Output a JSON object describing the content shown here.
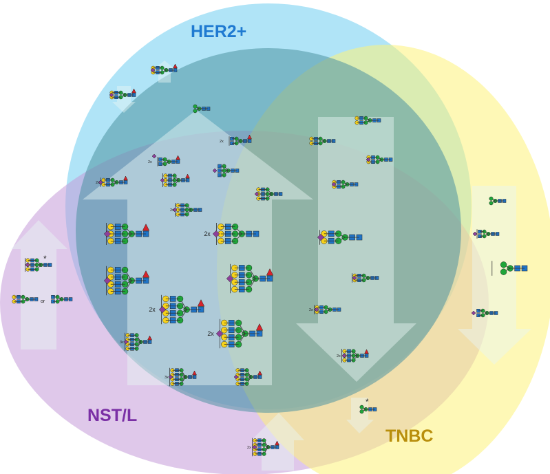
{
  "labels": {
    "her2": "HER2+",
    "nst": "NST/L",
    "tnbc": "TNBC"
  },
  "annotations": {
    "x2": "2x",
    "x3": "3x",
    "or": "or",
    "star": "*"
  },
  "colors": {
    "her2_circle": "#8fd8f4",
    "nst_circle": "#c59ad8",
    "tnbc_circle": "#fdf27a",
    "center_circle": "#4f93a3",
    "arrow": "#e9f6f3",
    "mannose": "#1fa53a",
    "galactose": "#f7d21a",
    "glcnac": "#1f74c8",
    "sialic_acid": "#8d3f9a",
    "fucose": "#d8232a"
  },
  "icons": {
    "mannose": "green-circle-icon",
    "galactose": "yellow-circle-icon",
    "glcnac": "blue-square-icon",
    "sialic_acid": "purple-diamond-icon",
    "fucose": "red-triangle-icon"
  }
}
